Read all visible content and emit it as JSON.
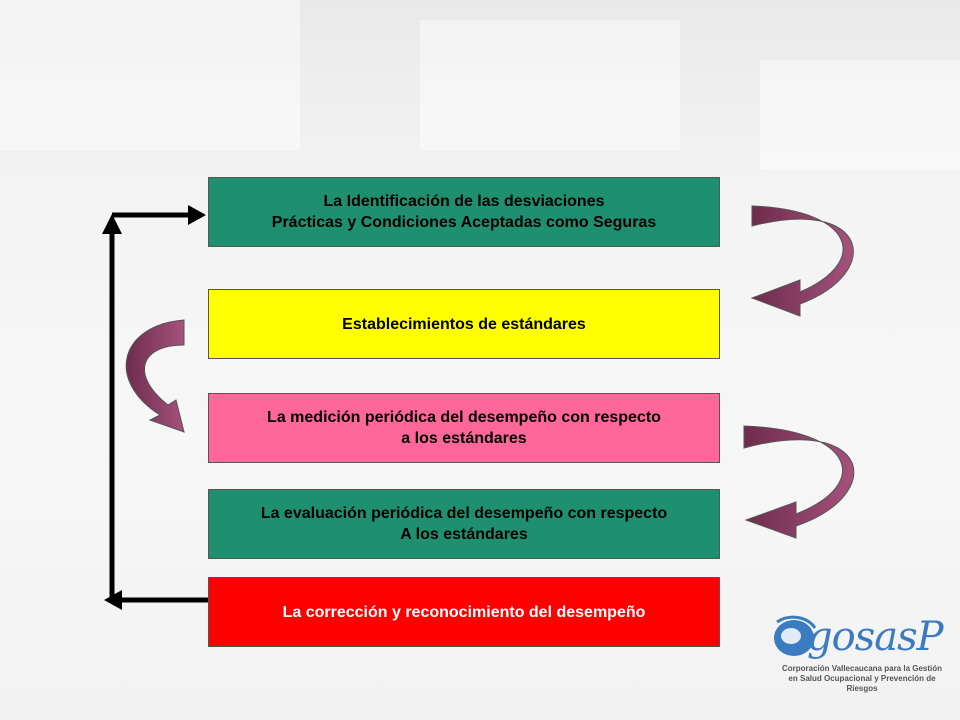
{
  "diagram": {
    "boxes": [
      {
        "lines": [
          "La Identificación de las desviaciones",
          "Prácticas y Condiciones Aceptadas como Seguras"
        ],
        "color": "#1e9070"
      },
      {
        "lines": [
          "Establecimientos de estándares"
        ],
        "color": "#ffff00"
      },
      {
        "lines": [
          "La medición periódica del desempeño con respecto",
          "a los estándares"
        ],
        "color": "#ff6699"
      },
      {
        "lines": [
          "La evaluación periódica del desempeño con respecto",
          "A los estándares"
        ],
        "color": "#1e9070"
      },
      {
        "lines": [
          "La corrección y reconocimiento del desempeño"
        ],
        "color": "#ff0000",
        "text_color": "#ffffff"
      }
    ],
    "curved_arrow_color": "#8b3a62",
    "feedback_arrow_color": "#000000"
  },
  "logo": {
    "word": "gosasP",
    "caption_lines": [
      "Corporación Vallecaucana para la Gestión",
      "en Salud Ocupacional y Prevención de",
      "Riesgos"
    ],
    "color": "#3b7bbf"
  }
}
